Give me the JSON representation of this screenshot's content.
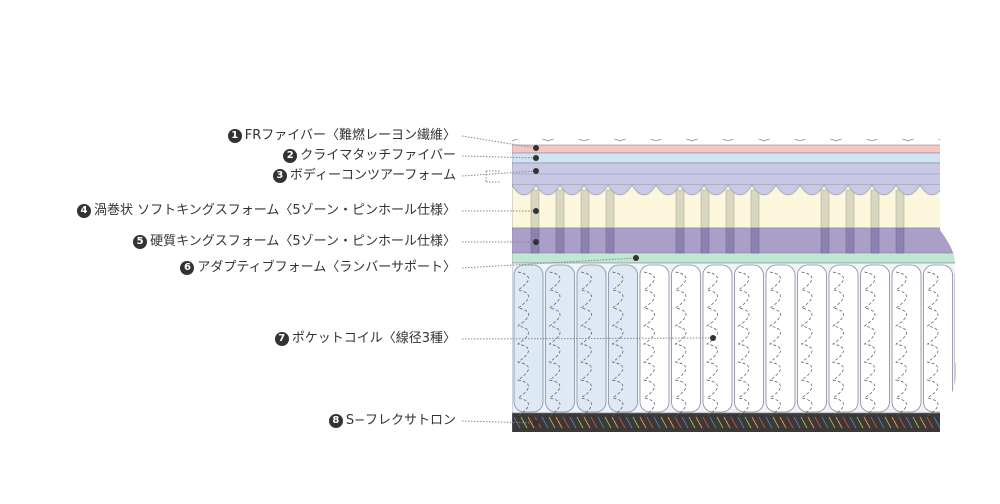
{
  "layers": [
    {
      "number": "1",
      "label": "FRファイバー〈難燃レーヨン繊維〉",
      "color": "#f4c6c3"
    },
    {
      "number": "2",
      "label": "クライマタッチファイバー",
      "color": "#cfe3f3"
    },
    {
      "number": "3",
      "label": "ボディーコンツアーフォーム",
      "color": "#c9c9e6"
    },
    {
      "number": "4",
      "label": "渦巻状 ソフトキングスフォーム〈5ゾーン・ピンホール仕様〉",
      "color": "#fbf6dc"
    },
    {
      "number": "5",
      "label": "硬質キングスフォーム〈5ゾーン・ピンホール仕様〉",
      "color": "#a99fc8"
    },
    {
      "number": "6",
      "label": "アダプティブフォーム〈ランバーサポート〉",
      "color": "#bfe7d4"
    },
    {
      "number": "7",
      "label": "ポケットコイル〈線径3種〉",
      "color": "#eef4fa"
    },
    {
      "number": "8",
      "label": "S−フレクサトロン",
      "color": "#3b3835"
    }
  ]
}
